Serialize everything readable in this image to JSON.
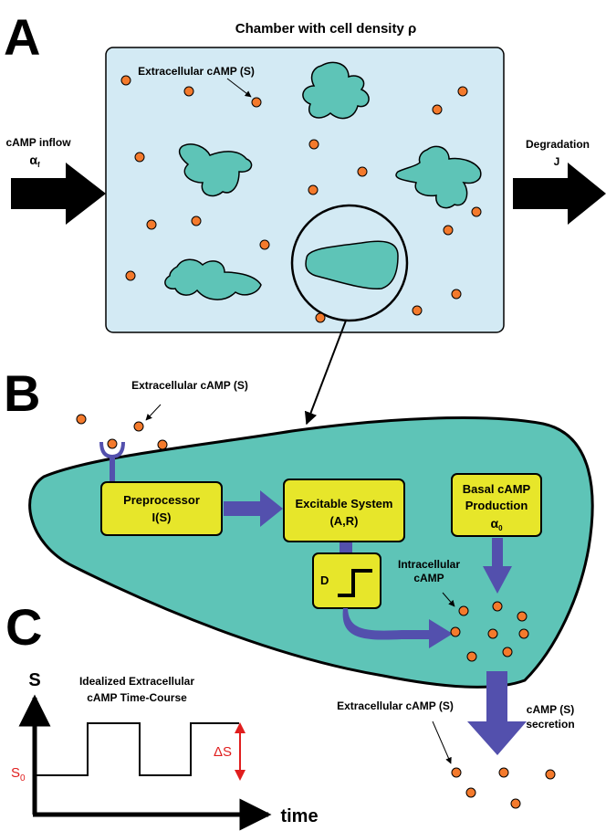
{
  "panels": [
    "A",
    "B",
    "C"
  ],
  "chamber": {
    "title": "Chamber with cell density ρ",
    "extracellular_label": "Extracellular cAMP (S)",
    "inflow": {
      "label": "cAMP inflow",
      "symbol": "α",
      "subscript": "f"
    },
    "degradation": {
      "label": "Degradation",
      "symbol": "J"
    }
  },
  "cell": {
    "extracellular_label": "Extracellular cAMP (S)",
    "preprocessor": {
      "line1": "Preprocessor",
      "line2": "I(S)"
    },
    "excitable": {
      "line1": "Excitable System",
      "line2": "(A,R)"
    },
    "basal": {
      "line1": "Basal cAMP",
      "line2": "Production",
      "symbol": "α",
      "subscript": "0"
    },
    "delay_label": "D",
    "intracellular": {
      "line1": "Intracellular",
      "line2": "cAMP"
    },
    "secretion": {
      "line1": "cAMP (S)",
      "line2": "secretion"
    },
    "secreted_label": "Extracellular cAMP (S)"
  },
  "timecourse": {
    "title_line1": "Idealized Extracellular",
    "title_line2": "cAMP Time-Course",
    "y_axis": "S",
    "x_axis": "time",
    "baseline_label": "S",
    "baseline_subscript": "0",
    "delta_label": "ΔS"
  },
  "colors": {
    "chamber_fill": "#d3eaf4",
    "cell_fill": "#5ec4b7",
    "box_fill": "#e7e62a",
    "arrow_blue": "#5350ad",
    "camp_dot": "#f47a2c",
    "annotation_red": "#e01e1e"
  }
}
